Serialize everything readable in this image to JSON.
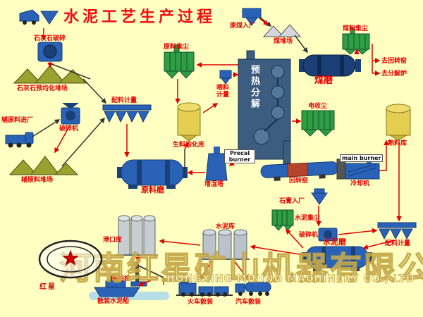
{
  "title": "水泥工艺生产过程",
  "watermark": {
    "cn": "河南红星矿山机器有限公司",
    "en": "HONGXING MINING MACHINERY CO., LTD",
    "logo_text": "红星"
  },
  "process": {
    "limestone_crush": "石灰石破碎",
    "limestone_yard": "石灰石预均化堆场",
    "aux_in": "辅原料进厂",
    "crusher1": "破碎机",
    "aux_yard": "辅原料堆场",
    "batching1": "配料计量",
    "raw_dust": "原料集尘",
    "raw_homog": "生料均化库",
    "feed_meter": "喂料计量",
    "preheater": "预热分解",
    "coal_in": "原煤入厂",
    "coal_yard": "煤堆场",
    "coal_dust": "煤粉集尘",
    "coal_mill": "煤磨",
    "to_kiln": "去回转窑",
    "to_calciner": "去分解炉",
    "esp": "电收尘",
    "clinker_silo": "熟料库",
    "precal_burner": "Precal burner",
    "main_burner": "main burner",
    "rotary_kiln": "回转窑",
    "cooler": "冷却机",
    "raw_mill": "原料磨",
    "humidify_tower": "增湿塔",
    "gypsum_in": "石膏入厂",
    "cement_dust": "水泥集尘",
    "crusher2": "破碎机",
    "batching2": "配料计量",
    "cement_mill": "水泥磨",
    "cement_silo": "水泥库",
    "port_silo": "港口库",
    "ship_loader": "装船机",
    "bulk_ship": "散装水泥船",
    "train_bulk": "火车散装",
    "truck_bulk": "汽车散装"
  },
  "colors": {
    "background": "#FFFFC2",
    "label_red": "#E60000",
    "equipment_blue": "#2A62B8",
    "equipment_navy": "#1B3F77",
    "dust_green": "#2F9E44",
    "silo_yellow": "#E4CF52",
    "silo_gray": "#BAC3CC",
    "kiln_band_red": "#B5442A",
    "tower_slate": "#3D5D80"
  }
}
